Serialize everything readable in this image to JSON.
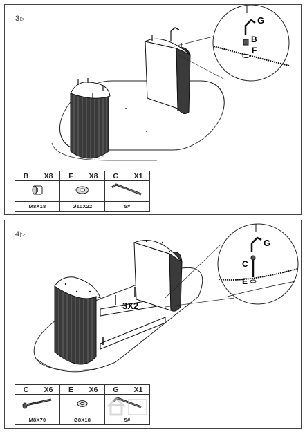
{
  "steps": [
    {
      "number": "3",
      "arrow": "▷",
      "callout": {
        "labels": [
          "G",
          "B",
          "F"
        ]
      },
      "parts": [
        {
          "code": "B",
          "qty": "X8",
          "spec": "M8X18",
          "icon": "barrel-nut-icon"
        },
        {
          "code": "F",
          "qty": "X8",
          "spec": "Ø10X22",
          "icon": "washer-icon"
        },
        {
          "code": "G",
          "qty": "X1",
          "spec": "5#",
          "icon": "hex-key-icon"
        }
      ]
    },
    {
      "number": "4",
      "arrow": "▷",
      "illustration_note": "3X2",
      "callout": {
        "labels": [
          "G",
          "C",
          "E"
        ]
      },
      "parts": [
        {
          "code": "C",
          "qty": "X6",
          "spec": "M8X70",
          "icon": "bolt-icon"
        },
        {
          "code": "E",
          "qty": "X6",
          "spec": "Ø8X18",
          "icon": "washer-icon"
        },
        {
          "code": "G",
          "qty": "X1",
          "spec": "5#",
          "icon": "hex-key-icon"
        }
      ]
    }
  ]
}
